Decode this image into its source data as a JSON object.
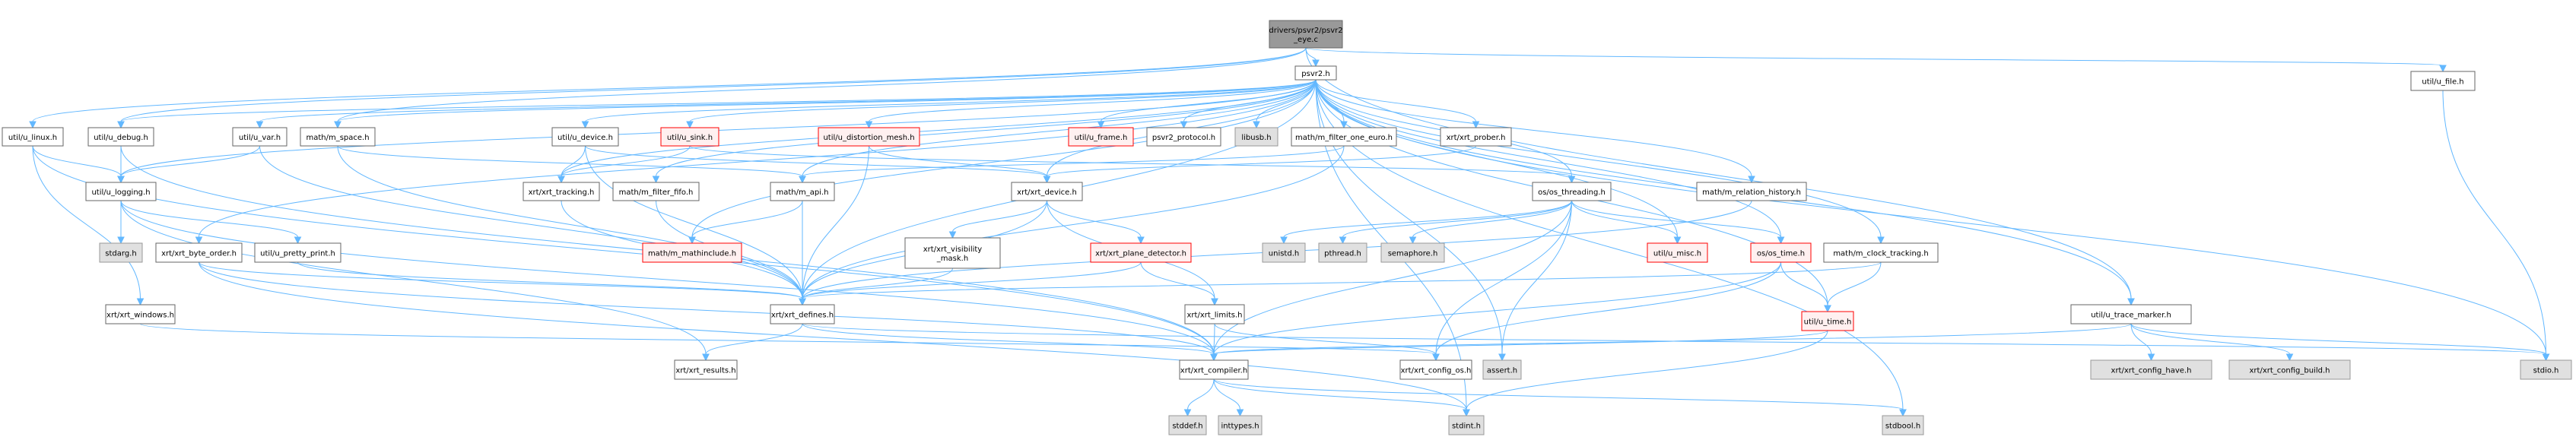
{
  "diagram": {
    "title": "drivers/psvr2/psvr2_eye.c include dependency graph",
    "colors": {
      "edge": "#63b8ff",
      "root_fill": "#999999",
      "root_stroke": "#666666",
      "normal_fill": "#ffffff",
      "normal_stroke": "#666666",
      "external_fill": "#e0e0e0",
      "external_stroke": "#999999",
      "truncated_fill": "#fff0f0",
      "truncated_stroke": "#ff0000"
    },
    "nodes": [
      {
        "id": "root",
        "label": [
          "drivers/psvr2/psvr2",
          "_eye.c"
        ],
        "kind": "root"
      },
      {
        "id": "psvr2_h",
        "label": [
          "psvr2.h"
        ],
        "kind": "normal"
      },
      {
        "id": "u_file",
        "label": [
          "util/u_file.h"
        ],
        "kind": "normal"
      },
      {
        "id": "u_linux",
        "label": [
          "util/u_linux.h"
        ],
        "kind": "normal"
      },
      {
        "id": "u_debug",
        "label": [
          "util/u_debug.h"
        ],
        "kind": "normal"
      },
      {
        "id": "u_var",
        "label": [
          "util/u_var.h"
        ],
        "kind": "normal"
      },
      {
        "id": "m_space",
        "label": [
          "math/m_space.h"
        ],
        "kind": "normal"
      },
      {
        "id": "u_device",
        "label": [
          "util/u_device.h"
        ],
        "kind": "normal"
      },
      {
        "id": "u_sink",
        "label": [
          "util/u_sink.h"
        ],
        "kind": "truncated"
      },
      {
        "id": "u_distortion_mesh",
        "label": [
          "util/u_distortion_mesh.h"
        ],
        "kind": "truncated"
      },
      {
        "id": "u_frame",
        "label": [
          "util/u_frame.h"
        ],
        "kind": "truncated"
      },
      {
        "id": "psvr2_protocol",
        "label": [
          "psvr2_protocol.h"
        ],
        "kind": "normal"
      },
      {
        "id": "libusb",
        "label": [
          "libusb.h"
        ],
        "kind": "external"
      },
      {
        "id": "m_filter_one_euro",
        "label": [
          "math/m_filter_one_euro.h"
        ],
        "kind": "normal"
      },
      {
        "id": "xrt_prober",
        "label": [
          "xrt/xrt_prober.h"
        ],
        "kind": "normal"
      },
      {
        "id": "u_logging",
        "label": [
          "util/u_logging.h"
        ],
        "kind": "normal"
      },
      {
        "id": "xrt_tracking",
        "label": [
          "xrt/xrt_tracking.h"
        ],
        "kind": "normal"
      },
      {
        "id": "m_filter_fifo",
        "label": [
          "math/m_filter_fifo.h"
        ],
        "kind": "normal"
      },
      {
        "id": "m_api",
        "label": [
          "math/m_api.h"
        ],
        "kind": "normal"
      },
      {
        "id": "xrt_device",
        "label": [
          "xrt/xrt_device.h"
        ],
        "kind": "normal"
      },
      {
        "id": "os_threading",
        "label": [
          "os/os_threading.h"
        ],
        "kind": "normal"
      },
      {
        "id": "m_relation_history",
        "label": [
          "math/m_relation_history.h"
        ],
        "kind": "normal"
      },
      {
        "id": "stdarg",
        "label": [
          "stdarg.h"
        ],
        "kind": "external"
      },
      {
        "id": "xrt_byte_order",
        "label": [
          "xrt/xrt_byte_order.h"
        ],
        "kind": "normal"
      },
      {
        "id": "u_pretty_print",
        "label": [
          "util/u_pretty_print.h"
        ],
        "kind": "normal"
      },
      {
        "id": "m_mathinclude",
        "label": [
          "math/m_mathinclude.h"
        ],
        "kind": "truncated"
      },
      {
        "id": "xrt_visibility_mask",
        "label": [
          "xrt/xrt_visibility",
          "_mask.h"
        ],
        "kind": "normal"
      },
      {
        "id": "xrt_plane_detector",
        "label": [
          "xrt/xrt_plane_detector.h"
        ],
        "kind": "truncated"
      },
      {
        "id": "unistd",
        "label": [
          "unistd.h"
        ],
        "kind": "external"
      },
      {
        "id": "pthread",
        "label": [
          "pthread.h"
        ],
        "kind": "external"
      },
      {
        "id": "semaphore",
        "label": [
          "semaphore.h"
        ],
        "kind": "external"
      },
      {
        "id": "u_misc",
        "label": [
          "util/u_misc.h"
        ],
        "kind": "truncated"
      },
      {
        "id": "os_time",
        "label": [
          "os/os_time.h"
        ],
        "kind": "truncated"
      },
      {
        "id": "m_clock_tracking",
        "label": [
          "math/m_clock_tracking.h"
        ],
        "kind": "normal"
      },
      {
        "id": "xrt_windows",
        "label": [
          "xrt/xrt_windows.h"
        ],
        "kind": "normal"
      },
      {
        "id": "xrt_defines",
        "label": [
          "xrt/xrt_defines.h"
        ],
        "kind": "normal"
      },
      {
        "id": "xrt_limits",
        "label": [
          "xrt/xrt_limits.h"
        ],
        "kind": "normal"
      },
      {
        "id": "u_time",
        "label": [
          "util/u_time.h"
        ],
        "kind": "truncated"
      },
      {
        "id": "u_trace_marker",
        "label": [
          "util/u_trace_marker.h"
        ],
        "kind": "normal"
      },
      {
        "id": "xrt_results",
        "label": [
          "xrt/xrt_results.h"
        ],
        "kind": "normal"
      },
      {
        "id": "xrt_compiler",
        "label": [
          "xrt/xrt_compiler.h"
        ],
        "kind": "normal"
      },
      {
        "id": "xrt_config_os",
        "label": [
          "xrt/xrt_config_os.h"
        ],
        "kind": "normal"
      },
      {
        "id": "assert",
        "label": [
          "assert.h"
        ],
        "kind": "external"
      },
      {
        "id": "xrt_config_have",
        "label": [
          "xrt/xrt_config_have.h"
        ],
        "kind": "external"
      },
      {
        "id": "xrt_config_build",
        "label": [
          "xrt/xrt_config_build.h"
        ],
        "kind": "external"
      },
      {
        "id": "stdio",
        "label": [
          "stdio.h"
        ],
        "kind": "external"
      },
      {
        "id": "stddef",
        "label": [
          "stddef.h"
        ],
        "kind": "external"
      },
      {
        "id": "inttypes",
        "label": [
          "inttypes.h"
        ],
        "kind": "external"
      },
      {
        "id": "stdint",
        "label": [
          "stdint.h"
        ],
        "kind": "external"
      },
      {
        "id": "stdbool",
        "label": [
          "stdbool.h"
        ],
        "kind": "external"
      }
    ],
    "edges": [
      [
        "root",
        "psvr2_h"
      ],
      [
        "root",
        "u_file"
      ],
      [
        "root",
        "u_linux"
      ],
      [
        "root",
        "u_debug"
      ],
      [
        "root",
        "u_trace_marker"
      ],
      [
        "root",
        "m_space"
      ],
      [
        "psvr2_h",
        "u_debug"
      ],
      [
        "psvr2_h",
        "u_var"
      ],
      [
        "psvr2_h",
        "m_space"
      ],
      [
        "psvr2_h",
        "u_device"
      ],
      [
        "psvr2_h",
        "u_sink"
      ],
      [
        "psvr2_h",
        "u_distortion_mesh"
      ],
      [
        "psvr2_h",
        "u_frame"
      ],
      [
        "psvr2_h",
        "psvr2_protocol"
      ],
      [
        "psvr2_h",
        "libusb"
      ],
      [
        "psvr2_h",
        "m_filter_one_euro"
      ],
      [
        "psvr2_h",
        "xrt_prober"
      ],
      [
        "psvr2_h",
        "u_logging"
      ],
      [
        "psvr2_h",
        "xrt_tracking"
      ],
      [
        "psvr2_h",
        "m_filter_fifo"
      ],
      [
        "psvr2_h",
        "m_api"
      ],
      [
        "psvr2_h",
        "xrt_device"
      ],
      [
        "psvr2_h",
        "os_threading"
      ],
      [
        "psvr2_h",
        "m_relation_history"
      ],
      [
        "psvr2_h",
        "xrt_byte_order"
      ],
      [
        "psvr2_h",
        "m_mathinclude"
      ],
      [
        "psvr2_h",
        "u_misc"
      ],
      [
        "psvr2_h",
        "os_time"
      ],
      [
        "psvr2_h",
        "m_clock_tracking"
      ],
      [
        "psvr2_h",
        "xrt_defines"
      ],
      [
        "psvr2_h",
        "u_time"
      ],
      [
        "psvr2_h",
        "u_trace_marker"
      ],
      [
        "psvr2_h",
        "stdio"
      ],
      [
        "psvr2_h",
        "stdint"
      ],
      [
        "psvr2_h",
        "stdbool"
      ],
      [
        "psvr2_h",
        "assert"
      ],
      [
        "u_file",
        "stdio"
      ],
      [
        "u_linux",
        "u_logging"
      ],
      [
        "u_linux",
        "xrt_windows"
      ],
      [
        "u_linux",
        "xrt_compiler"
      ],
      [
        "u_debug",
        "u_logging"
      ],
      [
        "u_debug",
        "xrt_compiler"
      ],
      [
        "u_var",
        "u_logging"
      ],
      [
        "u_var",
        "xrt_defines"
      ],
      [
        "m_space",
        "m_api"
      ],
      [
        "m_space",
        "xrt_defines"
      ],
      [
        "u_device",
        "xrt_tracking"
      ],
      [
        "u_device",
        "xrt_device"
      ],
      [
        "u_device",
        "xrt_defines"
      ],
      [
        "u_sink",
        "xrt_tracking"
      ],
      [
        "u_sink",
        "os_threading"
      ],
      [
        "u_distortion_mesh",
        "xrt_device"
      ],
      [
        "u_distortion_mesh",
        "xrt_defines"
      ],
      [
        "m_filter_one_euro",
        "m_api"
      ],
      [
        "m_filter_one_euro",
        "xrt_defines"
      ],
      [
        "xrt_prober",
        "xrt_device"
      ],
      [
        "u_logging",
        "stdarg"
      ],
      [
        "u_logging",
        "u_pretty_print"
      ],
      [
        "u_logging",
        "xrt_compiler"
      ],
      [
        "u_logging",
        "xrt_results"
      ],
      [
        "xrt_tracking",
        "xrt_defines"
      ],
      [
        "m_filter_fifo",
        "xrt_defines"
      ],
      [
        "m_api",
        "m_mathinclude"
      ],
      [
        "m_api",
        "xrt_defines"
      ],
      [
        "xrt_device",
        "xrt_visibility_mask"
      ],
      [
        "xrt_device",
        "xrt_plane_detector"
      ],
      [
        "xrt_device",
        "xrt_defines"
      ],
      [
        "xrt_device",
        "xrt_limits"
      ],
      [
        "os_threading",
        "unistd"
      ],
      [
        "os_threading",
        "pthread"
      ],
      [
        "os_threading",
        "semaphore"
      ],
      [
        "os_threading",
        "u_misc"
      ],
      [
        "os_threading",
        "os_time"
      ],
      [
        "os_threading",
        "xrt_compiler"
      ],
      [
        "os_threading",
        "xrt_config_os"
      ],
      [
        "os_threading",
        "assert"
      ],
      [
        "m_relation_history",
        "xrt_defines"
      ],
      [
        "xrt_byte_order",
        "xrt_compiler"
      ],
      [
        "xrt_byte_order",
        "xrt_defines"
      ],
      [
        "xrt_byte_order",
        "stdint"
      ],
      [
        "u_pretty_print",
        "xrt_defines"
      ],
      [
        "xrt_visibility_mask",
        "xrt_defines"
      ],
      [
        "xrt_plane_detector",
        "xrt_defines"
      ],
      [
        "xrt_plane_detector",
        "xrt_limits"
      ],
      [
        "os_time",
        "u_time"
      ],
      [
        "os_time",
        "xrt_compiler"
      ],
      [
        "os_time",
        "xrt_config_os"
      ],
      [
        "m_clock_tracking",
        "u_time"
      ],
      [
        "m_clock_tracking",
        "xrt_defines"
      ],
      [
        "xrt_windows",
        "xrt_config_os"
      ],
      [
        "xrt_defines",
        "xrt_results"
      ],
      [
        "xrt_defines",
        "xrt_compiler"
      ],
      [
        "xrt_defines",
        "stdio"
      ],
      [
        "xrt_limits",
        "xrt_compiler"
      ],
      [
        "xrt_limits",
        "xrt_config_os"
      ],
      [
        "u_time",
        "xrt_compiler"
      ],
      [
        "u_time",
        "stdint"
      ],
      [
        "u_trace_marker",
        "xrt_config_have"
      ],
      [
        "u_trace_marker",
        "xrt_config_build"
      ],
      [
        "u_trace_marker",
        "stdio"
      ],
      [
        "u_trace_marker",
        "xrt_compiler"
      ],
      [
        "xrt_compiler",
        "stddef"
      ],
      [
        "xrt_compiler",
        "inttypes"
      ],
      [
        "xrt_compiler",
        "stdint"
      ],
      [
        "xrt_compiler",
        "stdbool"
      ]
    ]
  }
}
